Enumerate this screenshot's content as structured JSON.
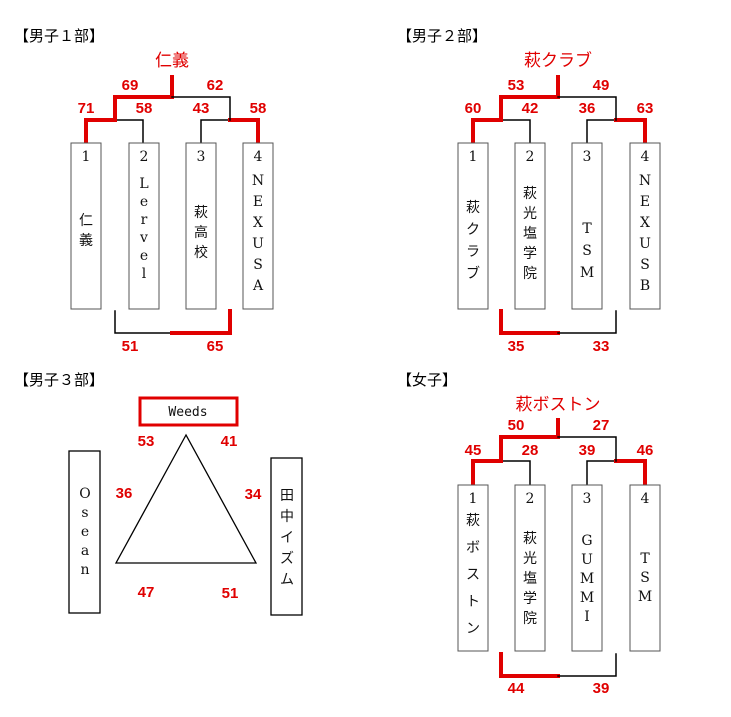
{
  "colors": {
    "win": "#e00000",
    "line": "#000000",
    "box": "#555555"
  },
  "sections": {
    "m1": {
      "title": "【男子１部】",
      "champion": "仁義",
      "teams": [
        {
          "num": "1",
          "name": "仁義"
        },
        {
          "num": "2",
          "name": "Lervel"
        },
        {
          "num": "3",
          "name": "萩高校"
        },
        {
          "num": "4",
          "name": "NEXUSA"
        }
      ],
      "scores": {
        "sf1_left": "71",
        "sf1_right": "58",
        "sf2_left": "43",
        "sf2_right": "58",
        "final_left": "69",
        "final_right": "62",
        "third_left": "51",
        "third_right": "65"
      }
    },
    "m2": {
      "title": "【男子２部】",
      "champion": "萩クラブ",
      "teams": [
        {
          "num": "1",
          "name": "萩クラブ"
        },
        {
          "num": "2",
          "name": "萩光塩学院"
        },
        {
          "num": "3",
          "name": "TSM"
        },
        {
          "num": "4",
          "name": "NEXUSB"
        }
      ],
      "scores": {
        "sf1_left": "60",
        "sf1_right": "42",
        "sf2_left": "36",
        "sf2_right": "63",
        "final_left": "53",
        "final_right": "49",
        "third_left": "35",
        "third_right": "33"
      }
    },
    "m3": {
      "title": "【男子３部】",
      "teams": {
        "top": "Weeds",
        "left": "Osean",
        "right": "田中イズム"
      },
      "scores": {
        "top_left": "53",
        "top_right": "41",
        "left_upper": "36",
        "right_upper": "34",
        "bottom_left": "47",
        "bottom_right": "51"
      }
    },
    "w": {
      "title": "【女子】",
      "champion": "萩ボストン",
      "teams": [
        {
          "num": "1",
          "name": "萩ボストン"
        },
        {
          "num": "2",
          "name": "萩光塩学院"
        },
        {
          "num": "3",
          "name": "GUMMI"
        },
        {
          "num": "4",
          "name": "TSM"
        }
      ],
      "scores": {
        "sf1_left": "45",
        "sf1_right": "28",
        "sf2_left": "39",
        "sf2_right": "46",
        "final_left": "50",
        "final_right": "27",
        "third_left": "44",
        "third_right": "39"
      }
    }
  }
}
